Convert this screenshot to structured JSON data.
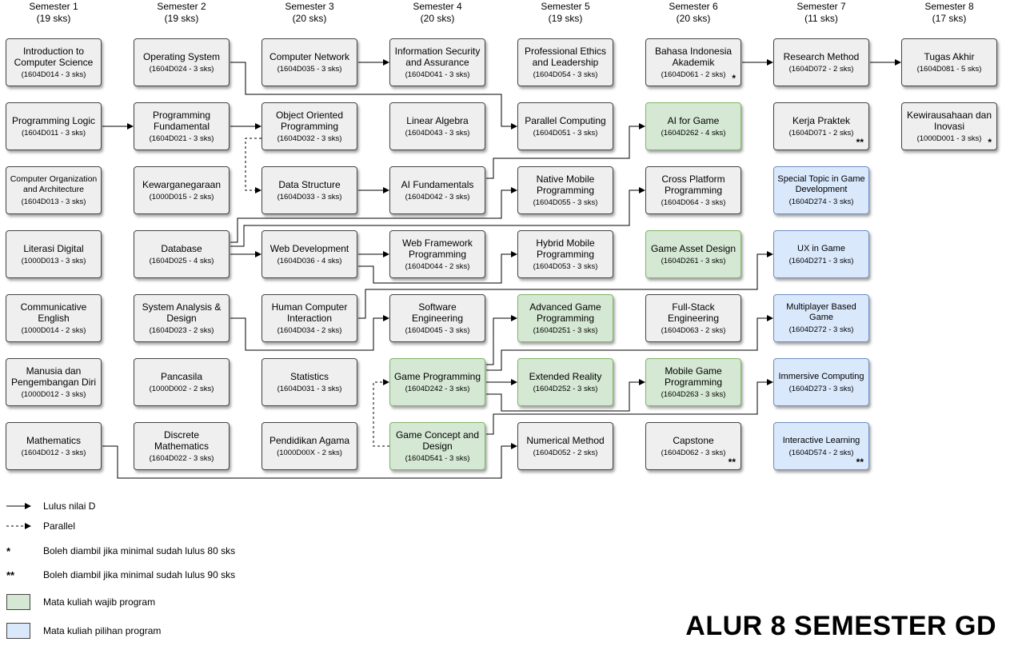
{
  "semesters": [
    {
      "label": "Semester 1",
      "sks": "(19 sks)"
    },
    {
      "label": "Semester 2",
      "sks": "(19 sks)"
    },
    {
      "label": "Semester 3",
      "sks": "(20 sks)"
    },
    {
      "label": "Semester 4",
      "sks": "(20 sks)"
    },
    {
      "label": "Semester 5",
      "sks": "(19 sks)"
    },
    {
      "label": "Semester 6",
      "sks": "(20 sks)"
    },
    {
      "label": "Semester 7",
      "sks": "(11 sks)"
    },
    {
      "label": "Semester 8",
      "sks": "(17 sks)"
    }
  ],
  "courses": {
    "s1r1": {
      "name": "Introduction to Computer Science",
      "code": "(1604D014 - 3 sks)"
    },
    "s1r2": {
      "name": "Programming Logic",
      "code": "(1604D011 - 3 sks)"
    },
    "s1r3": {
      "name": "Computer Organization and Architecture",
      "code": "(1604D013 - 3 sks)"
    },
    "s1r4": {
      "name": "Literasi Digital",
      "code": "(1000D013 - 3 sks)"
    },
    "s1r5": {
      "name": "Communicative English",
      "code": "(1000D014 - 2 sks)"
    },
    "s1r6": {
      "name": "Manusia dan Pengembangan Diri",
      "code": "(1000D012 - 3 sks)"
    },
    "s1r7": {
      "name": "Mathematics",
      "code": "(1604D012 - 3 sks)"
    },
    "s2r1": {
      "name": "Operating System",
      "code": "(1604D024 - 3 sks)"
    },
    "s2r2": {
      "name": "Programming Fundamental",
      "code": "(1604D021 - 3 sks)"
    },
    "s2r3": {
      "name": "Kewarganegaraan",
      "code": "(1000D015 - 2 sks)"
    },
    "s2r4": {
      "name": "Database",
      "code": "(1604D025 - 4 sks)"
    },
    "s2r5": {
      "name": "System Analysis & Design",
      "code": "(1604D023 - 2 sks)"
    },
    "s2r6": {
      "name": "Pancasila",
      "code": "(1000D002 - 2 sks)"
    },
    "s2r7": {
      "name": "Discrete Mathematics",
      "code": "(1604D022 - 3 sks)"
    },
    "s3r1": {
      "name": "Computer Network",
      "code": "(1604D035 - 3 sks)"
    },
    "s3r2": {
      "name": "Object Oriented Programming",
      "code": "(1604D032 - 3 sks)"
    },
    "s3r3": {
      "name": "Data Structure",
      "code": "(1604D033 - 3 sks)"
    },
    "s3r4": {
      "name": "Web Development",
      "code": "(1604D036 - 4 sks)"
    },
    "s3r5": {
      "name": "Human Computer Interaction",
      "code": "(1604D034 - 2 sks)"
    },
    "s3r6": {
      "name": "Statistics",
      "code": "(1604D031 - 3 sks)"
    },
    "s3r7": {
      "name": "Pendidikan Agama",
      "code": "(1000D00X - 2 sks)"
    },
    "s4r1": {
      "name": "Information Security and Assurance",
      "code": "(1604D041 - 3 sks)"
    },
    "s4r2": {
      "name": "Linear Algebra",
      "code": "(1604D043 - 3 sks)"
    },
    "s4r3": {
      "name": "AI Fundamentals",
      "code": "(1604D042 - 3 sks)"
    },
    "s4r4": {
      "name": "Web Framework Programming",
      "code": "(1604D044 - 2 sks)"
    },
    "s4r5": {
      "name": "Software Engineering",
      "code": "(1604D045 - 3 sks)"
    },
    "s4r6": {
      "name": "Game Programming",
      "code": "(1604D242 - 3 sks)"
    },
    "s4r7": {
      "name": "Game Concept and Design",
      "code": "(1604D541 - 3 sks)"
    },
    "s5r1": {
      "name": "Professional Ethics and Leadership",
      "code": "(1604D054 - 3 sks)"
    },
    "s5r2": {
      "name": "Parallel Computing",
      "code": "(1604D051 - 3 sks)"
    },
    "s5r3": {
      "name": "Native Mobile Programming",
      "code": "(1604D055 - 3 sks)"
    },
    "s5r4": {
      "name": "Hybrid Mobile Programming",
      "code": "(1604D053 - 3 sks)"
    },
    "s5r5": {
      "name": "Advanced Game Programming",
      "code": "(1604D251 - 3 sks)"
    },
    "s5r6": {
      "name": "Extended Reality",
      "code": "(1604D252 - 3 sks)"
    },
    "s5r7": {
      "name": "Numerical Method",
      "code": "(1604D052 - 2 sks)"
    },
    "s6r1": {
      "name": "Bahasa Indonesia Akademik",
      "code": "(1604D061 - 2 sks)",
      "mark": "*"
    },
    "s6r2": {
      "name": "AI for Game",
      "code": "(1604D262 - 4 sks)"
    },
    "s6r3": {
      "name": "Cross Platform Programming",
      "code": "(1604D064 - 3 sks)"
    },
    "s6r4": {
      "name": "Game Asset Design",
      "code": "(1604D261 - 3 sks)"
    },
    "s6r5": {
      "name": "Full-Stack Engineering",
      "code": "(1604D063 - 2 sks)"
    },
    "s6r6": {
      "name": "Mobile Game Programming",
      "code": "(1604D263 - 3 sks)"
    },
    "s6r7": {
      "name": "Capstone",
      "code": "(1604D062 - 3 sks)",
      "mark": "**"
    },
    "s7r1": {
      "name": "Research Method",
      "code": "(1604D072 - 2 sks)"
    },
    "s7r2": {
      "name": "Kerja Praktek",
      "code": "(1604D071 - 2 sks)",
      "mark": "**"
    },
    "s7r3": {
      "name": "Special Topic in Game Development",
      "code": "(1604D274 - 3 sks)"
    },
    "s7r4": {
      "name": "UX in Game",
      "code": "(1604D271 - 3 sks)"
    },
    "s7r5": {
      "name": "Multiplayer Based Game",
      "code": "(1604D272 - 3 sks)"
    },
    "s7r6": {
      "name": "Immersive Computing",
      "code": "(1604D273 - 3 sks)"
    },
    "s7r7": {
      "name": "Interactive Learning",
      "code": "(1604D574 - 2 sks)",
      "mark": "**"
    },
    "s8r1": {
      "name": "Tugas Akhir",
      "code": "(1604D081 - 5 sks)"
    },
    "s8r2": {
      "name": "Kewirausahaan dan Inovasi",
      "code": "(1000D001 - 3 sks)",
      "mark": "*"
    }
  },
  "legend": {
    "solid": "Lulus nilai D",
    "dashed": "Parallel",
    "star1_symbol": "*",
    "star1": "Boleh diambil jika minimal sudah lulus 80 sks",
    "star2_symbol": "**",
    "star2": "Boleh diambil jika minimal sudah lulus 90 sks",
    "wajib": "Mata kuliah wajib program",
    "pilihan": "Mata kuliah pilihan program"
  },
  "colors": {
    "default": "#efefef",
    "wajib": "#d5e8d4",
    "pilihan": "#dae8fc"
  },
  "title": "ALUR 8 SEMESTER GD"
}
